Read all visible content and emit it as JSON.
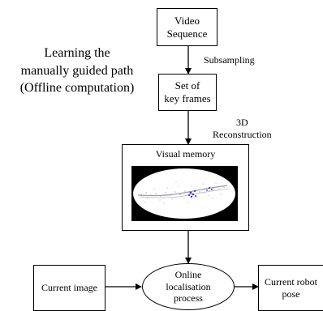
{
  "side_label": [
    "Learning the",
    "manually guided path",
    "(Offline computation)"
  ],
  "nodes": {
    "video": "Video\nSequence",
    "keyframes": "Set of\nkey frames",
    "memory_title": "Visual memory",
    "localisation": "Online\nlocalisation\nprocess",
    "current_image": "Current image",
    "current_pose": "Current robot\npose"
  },
  "edges": {
    "subsampling": "Subsampling",
    "reconstruction": "3D\nReconstruction"
  },
  "colors": {
    "line": "#000000",
    "memory_bg": "#000000",
    "ellipse_fill": "#ffffff",
    "points": "#4a4a7a",
    "accent": "#3b3bd0"
  }
}
